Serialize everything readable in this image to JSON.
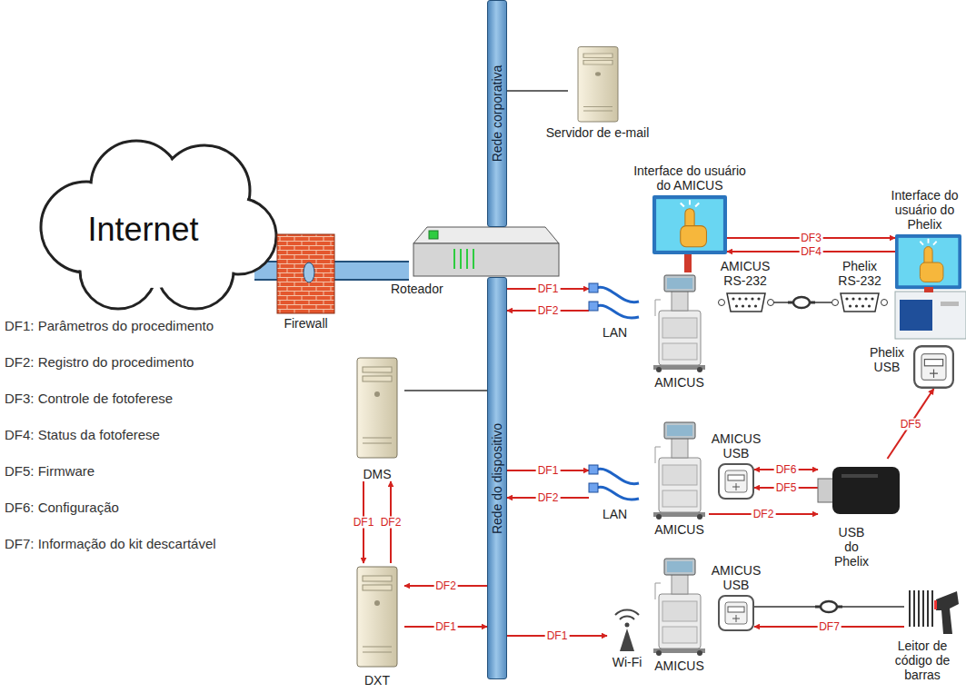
{
  "diagram": {
    "nodes": [
      {
        "text": [
          "Rede corporativa"
        ]
      },
      {
        "text": [
          "Rede do dispositivo"
        ]
      },
      {
        "text": [
          "Internet"
        ]
      },
      {
        "text": [
          "Firewall"
        ]
      },
      {
        "text": [
          "Roteador"
        ]
      },
      {
        "text": [
          "Servidor de e-mail"
        ]
      },
      {
        "text": [
          "Interface do usuário do AMICUS"
        ]
      },
      {
        "text": [
          "AMICUS"
        ]
      },
      {
        "text": [
          "AMICUS RS-232"
        ]
      },
      {
        "text": [
          "Phelix RS-232"
        ]
      },
      {
        "text": [
          "Interface do usuário do Phelix"
        ]
      },
      {
        "text": [
          "Phelix USB"
        ]
      },
      {
        "text": [
          "LAN"
        ]
      },
      {
        "text": [
          "LAN"
        ]
      },
      {
        "text": [
          "AMICUS"
        ]
      },
      {
        "text": [
          "AMICUS USB"
        ]
      },
      {
        "text": [
          "USB do Phelix"
        ]
      },
      {
        "text": [
          "Wi-Fi"
        ]
      },
      {
        "text": [
          "AMICUS"
        ]
      },
      {
        "text": [
          "AMICUS USB"
        ]
      },
      {
        "text": [
          "Leitor de código de barras"
        ]
      },
      {
        "text": [
          "DMS"
        ]
      },
      {
        "text": [
          "DXT"
        ]
      }
    ],
    "edges": [
      {
        "from": 2,
        "to": 3,
        "arrow": "none"
      },
      {
        "from": 3,
        "to": 4,
        "arrow": "none"
      },
      {
        "from": 0,
        "to": 5,
        "arrow": "none"
      },
      {
        "from": 1,
        "to": 12,
        "label": "DF1",
        "arrow": "to"
      },
      {
        "from": 12,
        "to": 1,
        "label": "DF2",
        "arrow": "to"
      },
      {
        "from": 6,
        "to": 10,
        "label": "DF3",
        "arrow": "to"
      },
      {
        "from": 10,
        "to": 6,
        "label": "DF4",
        "arrow": "to"
      },
      {
        "from": 8,
        "to": 9,
        "arrow": "none"
      },
      {
        "from": 1,
        "to": 13,
        "label": "DF1",
        "arrow": "to"
      },
      {
        "from": 13,
        "to": 1,
        "label": "DF2",
        "arrow": "to"
      },
      {
        "from": 15,
        "to": 16,
        "label": "DF6",
        "arrow": "both"
      },
      {
        "from": 16,
        "to": 15,
        "label": "DF5",
        "arrow": "to"
      },
      {
        "from": 14,
        "to": 16,
        "label": "DF2",
        "arrow": "to"
      },
      {
        "from": 16,
        "to": 11,
        "label": "DF5",
        "arrow": "to"
      },
      {
        "from": 1,
        "to": 17,
        "label": "DF1",
        "arrow": "to"
      },
      {
        "from": 19,
        "to": 20,
        "arrow": "none"
      },
      {
        "from": 20,
        "to": 19,
        "label": "DF7",
        "arrow": "to"
      },
      {
        "from": 21,
        "to": 22,
        "label": "DF1",
        "arrow": "to"
      },
      {
        "from": 22,
        "to": 21,
        "label": "DF2",
        "arrow": "to"
      },
      {
        "from": 21,
        "to": 1,
        "arrow": "none"
      },
      {
        "from": 1,
        "to": 22,
        "label": "DF2",
        "arrow": "to"
      },
      {
        "from": 22,
        "to": 1,
        "label": "DF1",
        "arrow": "to"
      }
    ],
    "labels": [
      "DF1: Parâmetros do procedimento",
      "DF2: Registro do procedimento",
      "DF3: Controle de fotoferese",
      "DF4: Status da fotoferese",
      "DF5: Firmware",
      "DF6: Configuração",
      "DF7: Informação do kit descartável"
    ]
  }
}
